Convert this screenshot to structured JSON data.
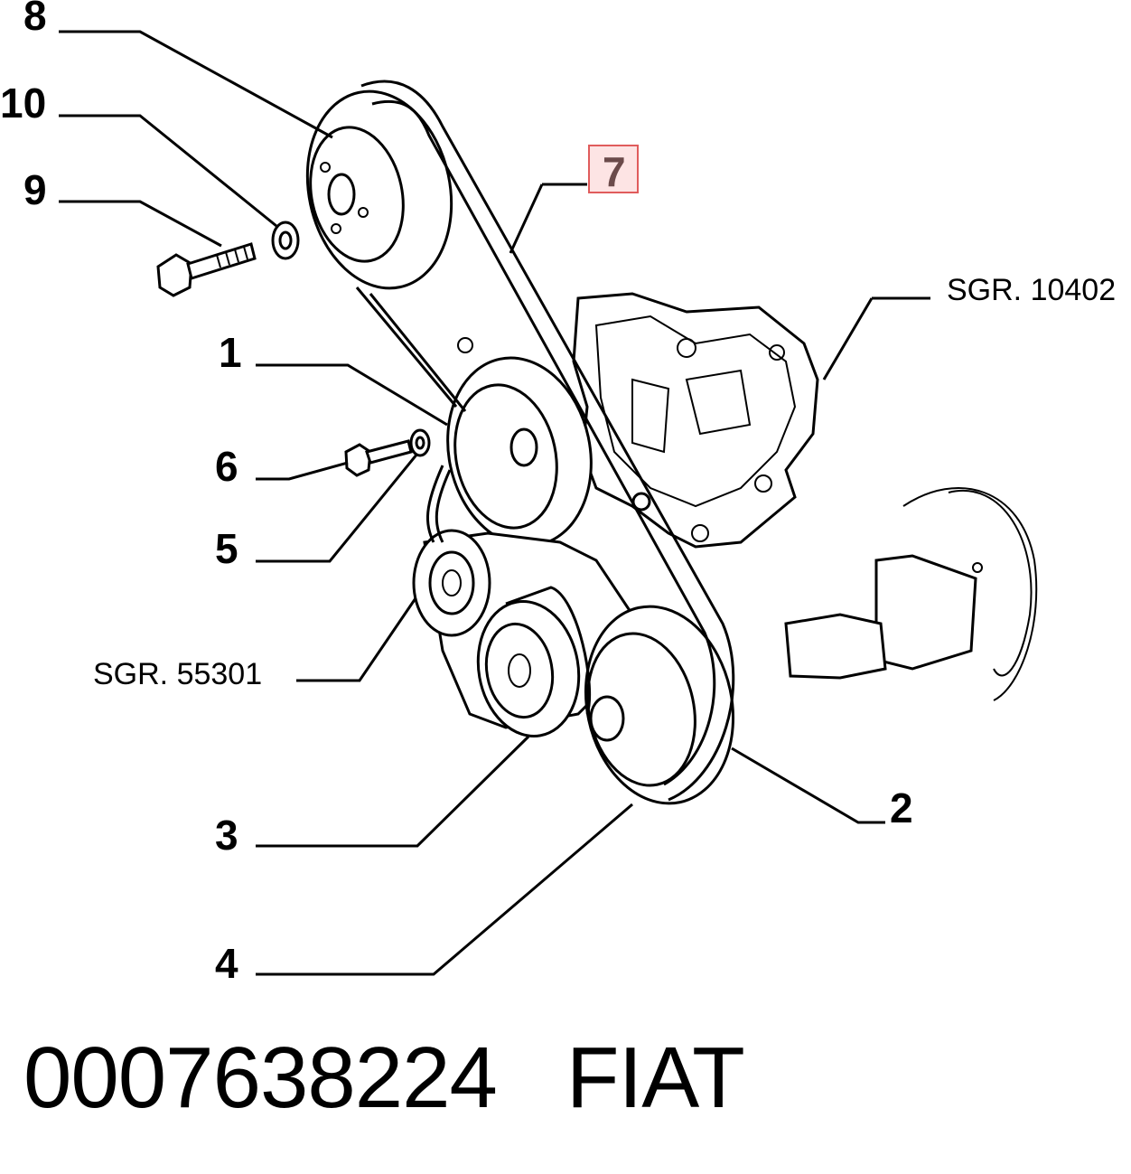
{
  "callouts": {
    "c8": "8",
    "c10": "10",
    "c9": "9",
    "c7": "7",
    "c1": "1",
    "c6": "6",
    "c5": "5",
    "c2": "2",
    "c3": "3",
    "c4": "4"
  },
  "refs": {
    "water_pump": "SGR. 10402",
    "alternator": "SGR. 55301"
  },
  "highlight_color": "#e05c5c",
  "footer": {
    "part_number": "0007638224",
    "brand": "FIAT"
  }
}
